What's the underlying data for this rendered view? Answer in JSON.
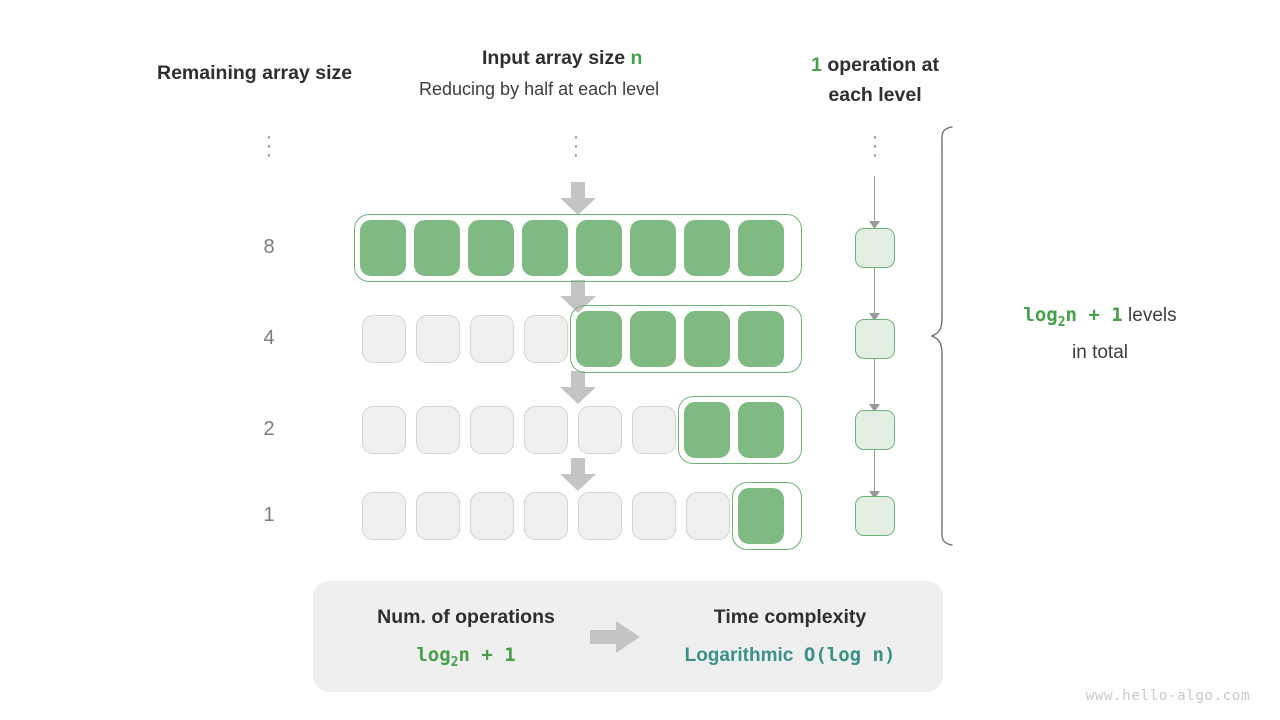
{
  "headers": {
    "left": "Remaining array size",
    "middle_main_prefix": "Input array size ",
    "middle_main_var": "n",
    "middle_sub": "Reducing by half at each level",
    "right_count": "1",
    "right_line1_rest": " operation at",
    "right_line2": "each level"
  },
  "levels": [
    {
      "size_label": "⋮",
      "is_dots": true
    },
    {
      "size_label": "8",
      "is_dots": false,
      "total_cells": 8,
      "green_start": 0,
      "green_count": 8
    },
    {
      "size_label": "4",
      "is_dots": false,
      "total_cells": 8,
      "green_start": 4,
      "green_count": 4
    },
    {
      "size_label": "2",
      "is_dots": false,
      "total_cells": 8,
      "green_start": 6,
      "green_count": 2
    },
    {
      "size_label": "1",
      "is_dots": false,
      "total_cells": 8,
      "green_start": 7,
      "green_count": 1
    }
  ],
  "operations": {
    "dots_label": "⋮",
    "box_count": 4,
    "box_label": ""
  },
  "note": {
    "formula": "log",
    "formula_sub": "2",
    "formula_rest": "n + 1",
    "line1_suffix": "  levels",
    "line2": "in total"
  },
  "summary": {
    "left_title": "Num. of operations",
    "left_formula": "log",
    "left_formula_sub": "2",
    "left_formula_rest": "n + 1",
    "right_title": "Time complexity",
    "right_value_word": "Logarithmic",
    "right_value_mono": "O(log n)",
    "arrow": "arrow-right"
  },
  "watermark": "www.hello-algo.com",
  "colors": {
    "green_fill": "#7fba82",
    "green_border": "#6fb275",
    "green_text": "#46a04a",
    "green_light_fill": "#e4efe3",
    "grey_fill": "#f0f0f0",
    "grey_border": "#d4d4d4",
    "arrow_grey": "#c4c4c4",
    "teal": "#3a9188",
    "panel_bg": "#efefef"
  }
}
